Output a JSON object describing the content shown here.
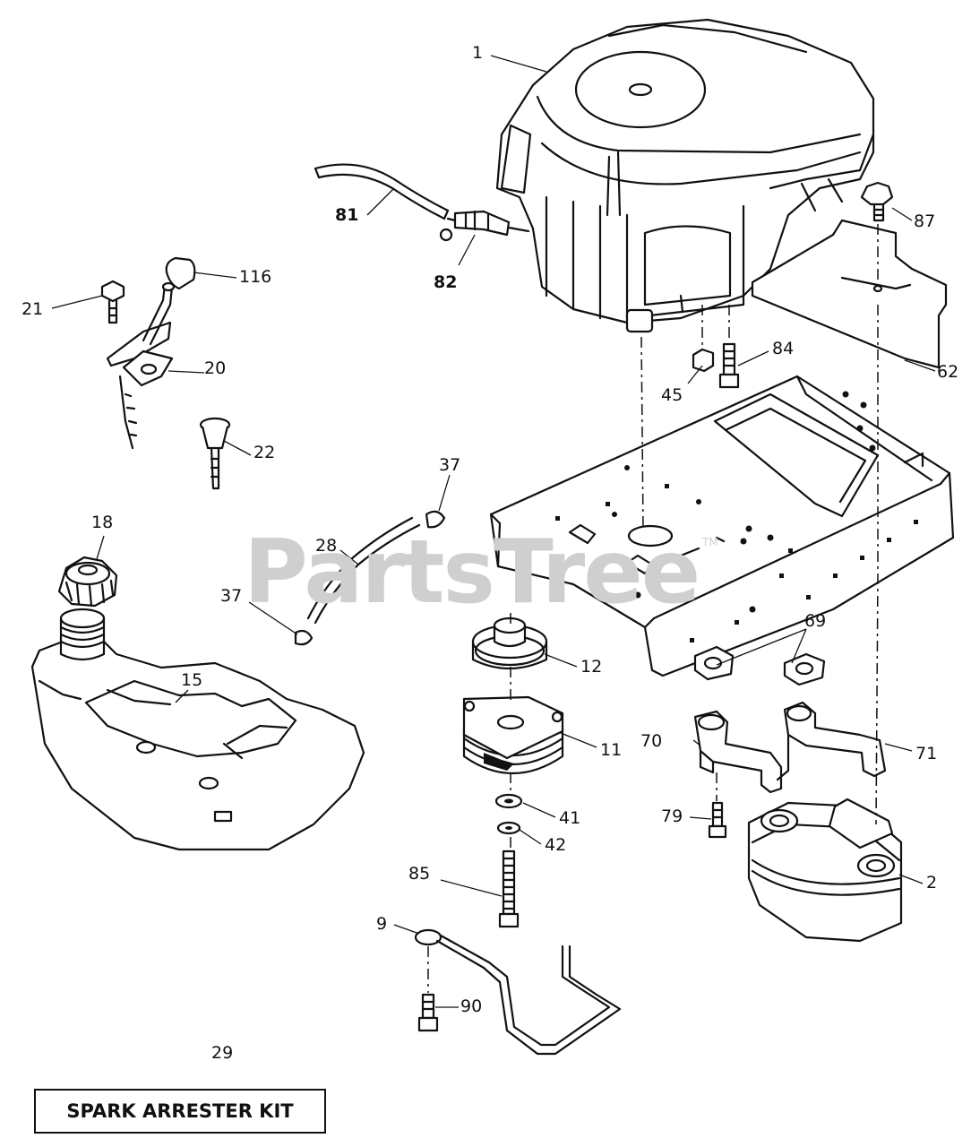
{
  "watermark": {
    "text": "PartsTree",
    "tm": "TM"
  },
  "kit_label": "SPARK ARRESTER KIT",
  "callouts": {
    "c1": "1",
    "c81": "81",
    "c82": "82",
    "c87": "87",
    "c116": "116",
    "c21": "21",
    "c20": "20",
    "c22": "22",
    "c45": "45",
    "c84": "84",
    "c62": "62",
    "c37a": "37",
    "c28": "28",
    "c37b": "37",
    "c18": "18",
    "c15": "15",
    "c12": "12",
    "c11": "11",
    "c69": "69",
    "c70": "70",
    "c71": "71",
    "c41": "41",
    "c42": "42",
    "c79": "79",
    "c85": "85",
    "c2": "2",
    "c9": "9",
    "c90": "90",
    "c29": "29"
  }
}
